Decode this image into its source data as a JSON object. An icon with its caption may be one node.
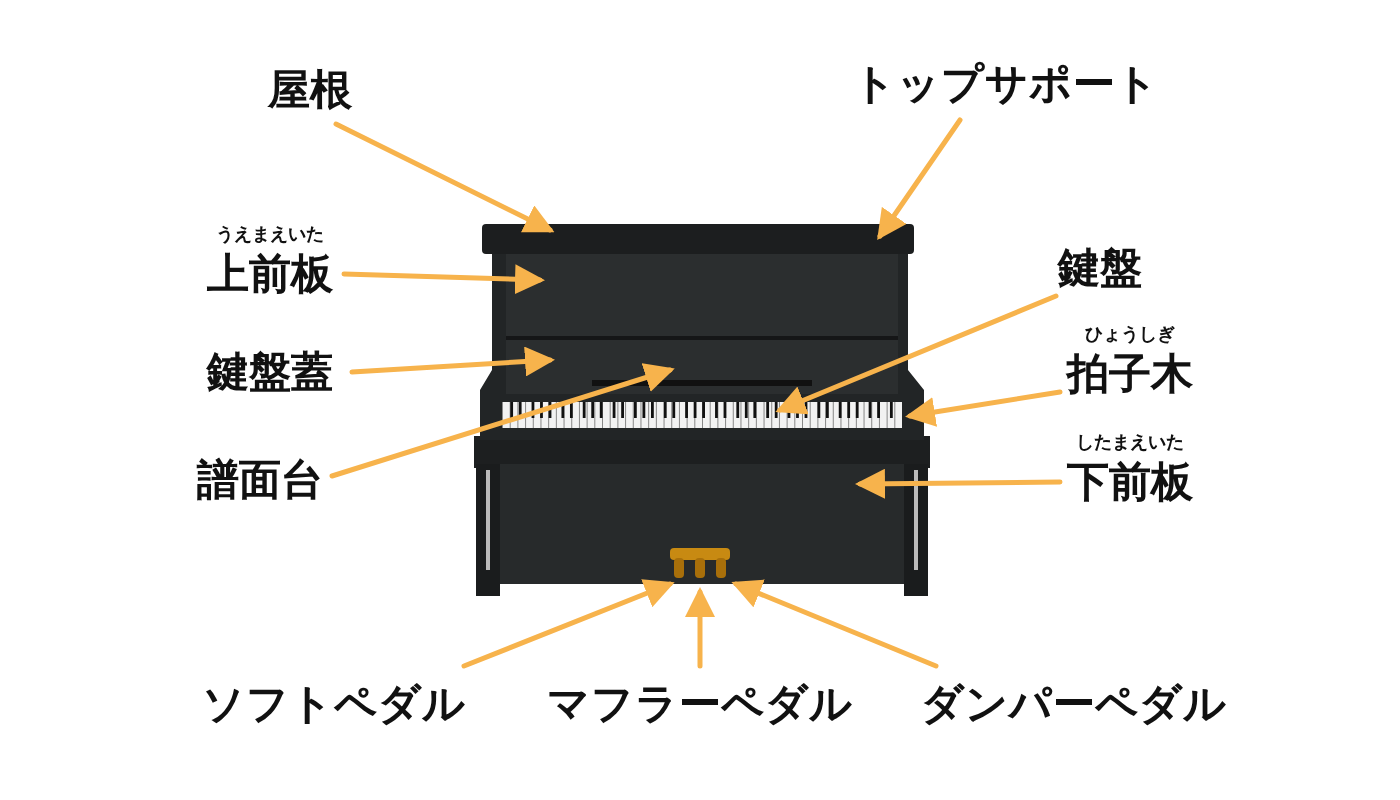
{
  "diagram": {
    "nodes": [
      {
        "text": [
          "屋根"
        ]
      },
      {
        "text": [
          "トップサポート"
        ]
      },
      {
        "text": [
          "上前板"
        ],
        "beside": [
          "うえまえいた"
        ]
      },
      {
        "text": [
          "鍵盤"
        ]
      },
      {
        "text": [
          "鍵盤蓋"
        ]
      },
      {
        "text": [
          "拍子木"
        ],
        "beside": [
          "ひょうしぎ"
        ]
      },
      {
        "text": [
          "譜面台"
        ]
      },
      {
        "text": [
          "下前板"
        ],
        "beside": [
          "したまえいた"
        ]
      },
      {
        "text": [
          "ソフトペダル"
        ]
      },
      {
        "text": [
          "マフラーペダル"
        ]
      },
      {
        "text": [
          "ダンパーペダル"
        ]
      }
    ],
    "edges": [
      {
        "from": 0,
        "to": null,
        "arrow": "to"
      },
      {
        "from": 1,
        "to": null,
        "arrow": "to"
      },
      {
        "from": 2,
        "to": null,
        "arrow": "to"
      },
      {
        "from": 3,
        "to": null,
        "arrow": "to"
      },
      {
        "from": 4,
        "to": null,
        "arrow": "to"
      },
      {
        "from": 5,
        "to": null,
        "arrow": "to"
      },
      {
        "from": 6,
        "to": null,
        "arrow": "to"
      },
      {
        "from": 7,
        "to": null,
        "arrow": "to"
      },
      {
        "from": 8,
        "to": null,
        "arrow": "to"
      },
      {
        "from": 9,
        "to": null,
        "arrow": "to"
      },
      {
        "from": 10,
        "to": null,
        "arrow": "to"
      }
    ]
  }
}
